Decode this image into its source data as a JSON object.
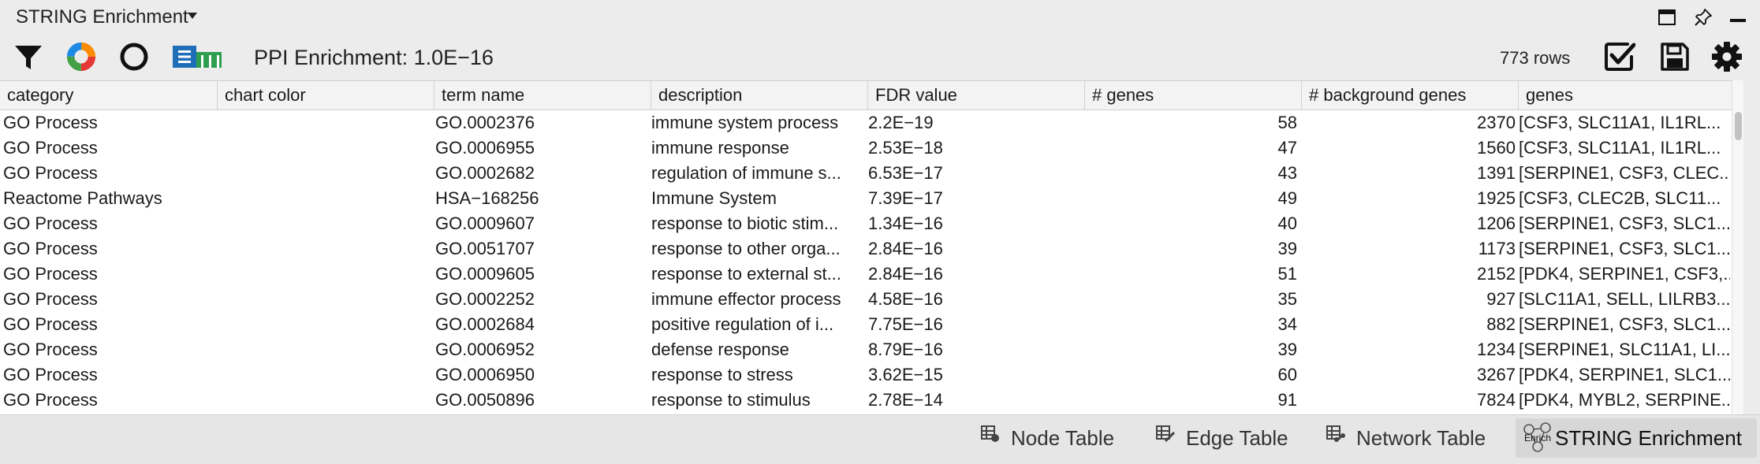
{
  "panel": {
    "title": "STRING Enrichment"
  },
  "toolbar": {
    "ppi_enrichment": "PPI Enrichment: 1.0E−16",
    "row_count": "773 rows",
    "icons": [
      "filter-icon",
      "donut-chart-icon",
      "circle-icon",
      "enrichment-map-icon",
      "check-icon",
      "save-icon",
      "gear-icon"
    ]
  },
  "table": {
    "columns": [
      "category",
      "chart color",
      "term name",
      "description",
      "FDR value",
      "# genes",
      "# background genes",
      "genes"
    ],
    "rows": [
      [
        "GO Process",
        "",
        "GO.0002376",
        "immune system process",
        "2.2E−19",
        "58",
        "2370",
        "[CSF3, SLC11A1, IL1RL..."
      ],
      [
        "GO Process",
        "",
        "GO.0006955",
        "immune response",
        "2.53E−18",
        "47",
        "1560",
        "[CSF3, SLC11A1, IL1RL..."
      ],
      [
        "GO Process",
        "",
        "GO.0002682",
        "regulation of immune s...",
        "6.53E−17",
        "43",
        "1391",
        "[SERPINE1, CSF3, CLEC..."
      ],
      [
        "Reactome Pathways",
        "",
        "HSA−168256",
        "Immune System",
        "7.39E−17",
        "49",
        "1925",
        "[CSF3, CLEC2B, SLC11..."
      ],
      [
        "GO Process",
        "",
        "GO.0009607",
        "response to biotic stim...",
        "1.34E−16",
        "40",
        "1206",
        "[SERPINE1, CSF3, SLC1..."
      ],
      [
        "GO Process",
        "",
        "GO.0051707",
        "response to other orga...",
        "2.84E−16",
        "39",
        "1173",
        "[SERPINE1, CSF3, SLC1..."
      ],
      [
        "GO Process",
        "",
        "GO.0009605",
        "response to external st...",
        "2.84E−16",
        "51",
        "2152",
        "[PDK4, SERPINE1, CSF3,..."
      ],
      [
        "GO Process",
        "",
        "GO.0002252",
        "immune effector process",
        "4.58E−16",
        "35",
        "927",
        "[SLC11A1, SELL, LILRB3..."
      ],
      [
        "GO Process",
        "",
        "GO.0002684",
        "positive regulation of i...",
        "7.75E−16",
        "34",
        "882",
        "[SERPINE1, CSF3, SLC1..."
      ],
      [
        "GO Process",
        "",
        "GO.0006952",
        "defense response",
        "8.79E−16",
        "39",
        "1234",
        "[SERPINE1, SLC11A1, LI..."
      ],
      [
        "GO Process",
        "",
        "GO.0006950",
        "response to stress",
        "3.62E−15",
        "60",
        "3267",
        "[PDK4, SERPINE1, SLC1..."
      ],
      [
        "GO Process",
        "",
        "GO.0050896",
        "response to stimulus",
        "2.78E−14",
        "91",
        "7824",
        "[PDK4, MYBL2, SERPINE..."
      ]
    ]
  },
  "tabs": [
    {
      "label": "Node Table",
      "icon": "node-table-icon",
      "active": false
    },
    {
      "label": "Edge Table",
      "icon": "edge-table-icon",
      "active": false
    },
    {
      "label": "Network Table",
      "icon": "network-table-icon",
      "active": false
    },
    {
      "label": "STRING Enrichment",
      "icon": "enrich-icon",
      "icon_text": "Enrich",
      "active": true
    }
  ]
}
